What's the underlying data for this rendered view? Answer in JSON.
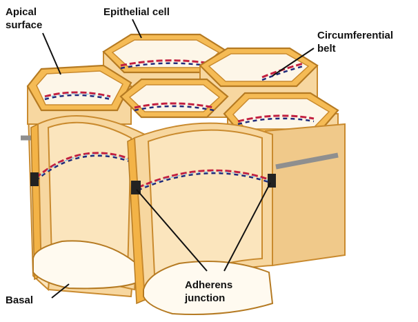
{
  "labels": {
    "apical_line1": "Apical",
    "apical_line2": "surface",
    "epithelial": "Epithelial cell",
    "circ_line1": "Circumferential",
    "circ_line2": "belt",
    "basal": "Basal",
    "adherens_line1": "Adherens",
    "adherens_line2": "junction"
  },
  "colors": {
    "cell_fill": "#f7d7a0",
    "cell_rim": "#f5bb55",
    "belt_red": "#c21f3f",
    "belt_blue": "#1f2a7a",
    "junction": "#222222"
  }
}
